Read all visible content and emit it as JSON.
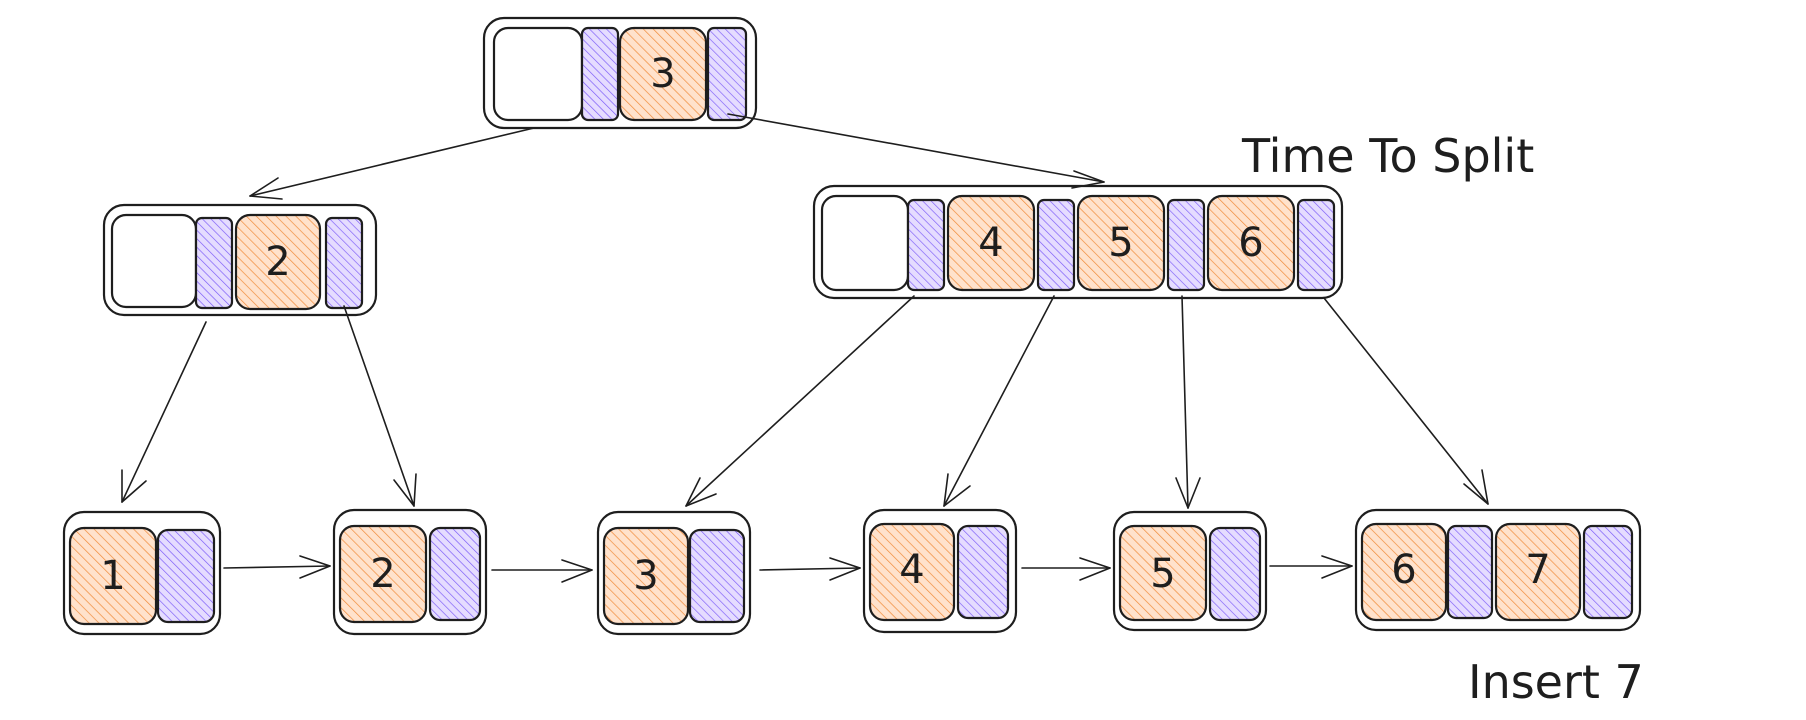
{
  "annotations": {
    "split_note": "Time To Split",
    "insert_note": "Insert 7"
  },
  "colors": {
    "key_fill": "#ffc9a0",
    "key_hatch": "#f08c3b",
    "pointer_fill": "#d0bfff",
    "pointer_hatch": "#7a5af8",
    "stroke": "#1e1e1e"
  },
  "tree": {
    "root": {
      "keys": [
        "3"
      ]
    },
    "internal_left": {
      "keys": [
        "2"
      ]
    },
    "internal_right": {
      "keys": [
        "4",
        "5",
        "6"
      ]
    },
    "leaves": [
      {
        "keys": [
          "1"
        ]
      },
      {
        "keys": [
          "2"
        ]
      },
      {
        "keys": [
          "3"
        ]
      },
      {
        "keys": [
          "4"
        ]
      },
      {
        "keys": [
          "5"
        ]
      },
      {
        "keys": [
          "6",
          "7"
        ]
      }
    ]
  }
}
